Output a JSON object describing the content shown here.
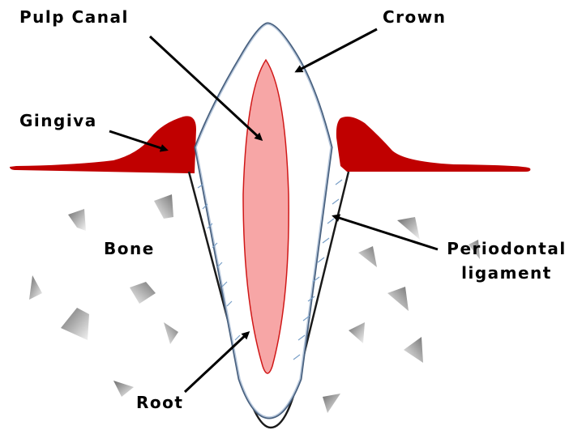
{
  "labels": {
    "pulp_canal": "Pulp Canal",
    "crown": "Crown",
    "gingiva": "Gingiva",
    "bone": "Bone",
    "periodontal_line1": "Periodontal",
    "periodontal_line2": "ligament",
    "root": "Root"
  },
  "colors": {
    "gingiva": "#c00000",
    "pulp_fill": "#f7a6a6",
    "pulp_stroke": "#d01818",
    "enamel_stroke": "#5a7a9a",
    "ligament_lines": "#7aa0c8",
    "bone_fragment_dark": "#7a7a7a",
    "bone_fragment_light": "#f2f2f2",
    "arrow": "#000000"
  }
}
